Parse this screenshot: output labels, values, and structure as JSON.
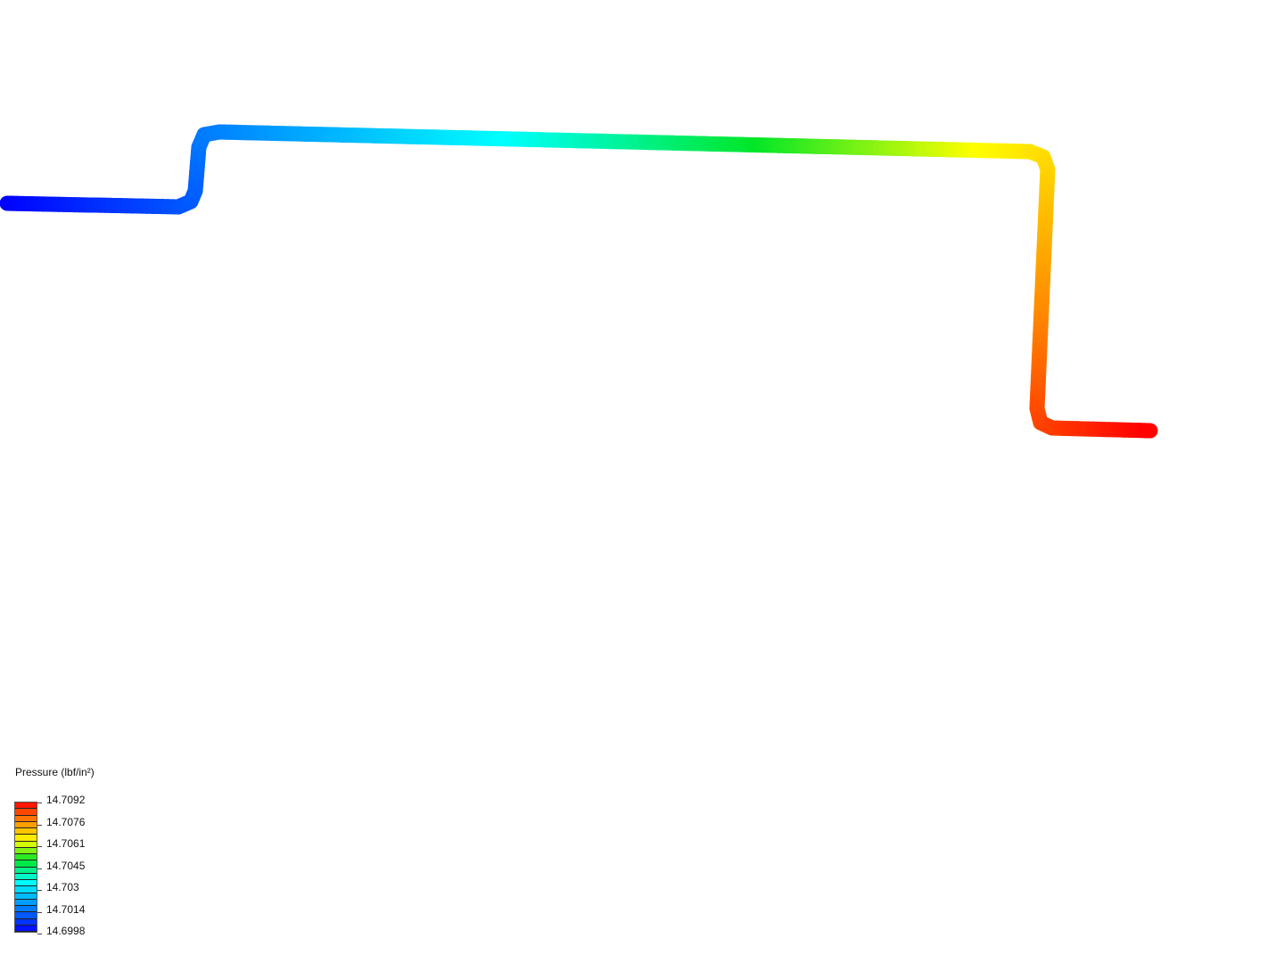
{
  "legend": {
    "title": "Pressure (lbf/in²)",
    "labels": [
      "14.7092",
      "14.7076",
      "14.7061",
      "14.7045",
      "14.703",
      "14.7014",
      "14.6998"
    ],
    "min": 14.6998,
    "max": 14.7092,
    "band_count": 20
  },
  "colors": {
    "low": "#0000ff",
    "high": "#ff0000"
  }
}
